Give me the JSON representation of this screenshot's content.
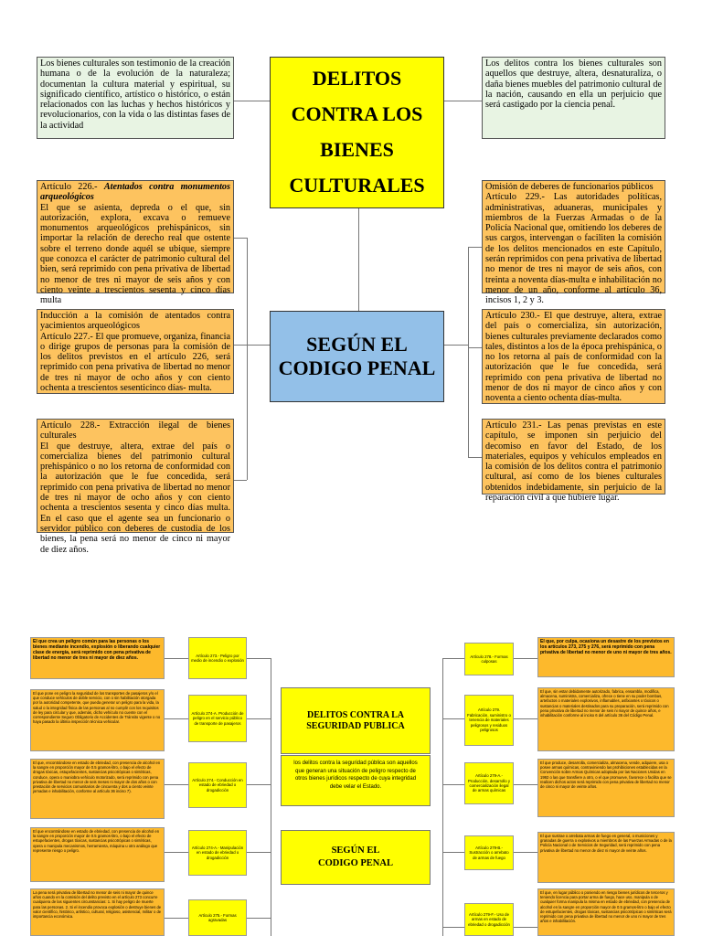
{
  "top": {
    "title_lines": [
      "DELITOS",
      "CONTRA LOS",
      "BIENES",
      "CULTURALES"
    ],
    "center_title_lines": [
      "SEGÚN EL",
      "CODIGO PENAL"
    ],
    "left_intro": "Los bienes culturales son testimonio de la creación humana o de la evolución de la naturaleza; documentan la cultura material y espiritual, su significado científico, artístico o histórico, o están relacionados con las luchas y hechos históricos y revolucionarios, con la vida o las distintas fases de la actividad",
    "right_intro": "Los delitos contra los bienes culturales son aquellos que destruye, altera, desnaturaliza, o daña bienes muebles del patrimonio cultural de la nación, causando en ella un perjuicio que será castigado por la ciencia penal.",
    "art226_heading": "Artículo 226.- ",
    "art226_heading_italic": "Atentados contra monumentos arqueológicos",
    "art226_body": "El que se asienta, depreda o el que, sin autorización, explora, excava o remueve monumentos arqueológicos prehispánicos, sin importar la relación de derecho real que ostente sobre el terreno donde aquél se ubique, siempre que conozca el carácter de patrimonio cultural del bien, será reprimido con pena privativa de libertad no menor de tres ni mayor de seis años y con ciento veinte a trescientos sesenta y cinco días multa",
    "art227": "Inducción a la comisión de atentados contra yacimientos arqueológicos\nArtículo 227.- El que promueve, organiza, financia o dirige grupos de personas para la comisión de los delitos previstos en el artículo 226, será reprimido con pena privativa de libertad no menor de tres ni mayor de ocho años y con ciento ochenta a trescientos sesenticinco días- multa.",
    "art228": "Artículo 228.- Extracción ilegal de bienes culturales\nEl que destruye, altera, extrae del país o comercializa bienes del patrimonio cultural prehispánico o no los retorna de conformidad con la autorización que le fue concedida, será reprimido con pena privativa de libertad no menor de tres ni mayor de ocho años y con ciento ochenta a trescientos sesenta y cinco días multa. En el caso que el agente sea un funcionario o servidor público con deberes de custodia de los bienes, la pena será no menor de cinco ni mayor de diez años.",
    "art229": "Omisión de deberes de funcionarios públicos\nArtículo 229.- Las autoridades políticas, administrativas, aduaneras, municipales y miembros de la Fuerzas Armadas o de la Policía Nacional que, omitiendo los deberes de sus cargos, intervengan o faciliten la comisión de los delitos mencionados en este Capítulo, serán reprimidos con pena privativa de libertad no menor de tres ni mayor de seis años, con treinta a noventa días-multa e inhabilitación no menor de un año, conforme al artículo 36, incisos 1, 2 y 3.",
    "art230": "Artículo 230.- El que destruye, altera, extrae del país o comercializa, sin autorización, bienes culturales previamente declarados como tales, distintos a los de la época prehispánica, o no los retorna al país de conformidad con la autorización que le fue concedida, será reprimido con pena privativa de libertad no menor de dos ni mayor de cinco años y con noventa a ciento ochenta días-multa.",
    "art231": "Artículo 231.- Las penas previstas en este capítulo, se imponen sin perjuicio del decomiso en favor del Estado, de los materiales, equipos y vehículos empleados en la comisión de los delitos contra el patrimonio cultural, así como de los bienes culturales obtenidos indebidamente, sin perjuicio de la reparación civil a que hubiere lugar."
  },
  "bottom": {
    "title": "DELITOS CONTRA LA SEGURIDAD PUBLICA",
    "center_desc": "los delitos contra la seguridad pública son aquellos que generan una situación de peligro respecto de otros bienes jurídicos respecto de cuya integridad debe velar el Estado.",
    "center_title": "SEGÚN EL CODIGO PENAL",
    "left_texts": [
      "El que crea un peligro común para las personas o los bienes mediante incendio, explosión o liberando cualquier clase de energía, será reprimido con pena privativa de libertad no menor de tres ni mayor de diez años.",
      "El que pone en peligro la seguridad de los transportes de pasajeros y/o el que conduce vehículos de doble servicio, con o sin habilitación otorgada por la autoridad competente, que pueda generar un peligro para la vida, la salud o la integridad física de las personas al no cumplir con los requisitos de ley para circular y que, además, dicho vehículo no cuente con el correspondiente Seguro Obligatorio de Accidentes de Tránsito vigente o no haya pasado la última inspección técnica vehicular.",
      "El que, encontrándose en estado de ebriedad, con presencia de alcohol en la sangre en proporción mayor de 0.5 gramos-litro, o bajo el efecto de drogas tóxicas, estupefacientes, sustancias psicotrópicas o sintéticas, conduce, opera o maniobra vehículo motorizado, será reprimido con pena privativa de libertad no menor de seis meses ni mayor de dos años o con prestación de servicios comunitarios de cincuenta y dos a ciento veinte jornadas e inhabilitación, conforme al artículo 36 inciso 7).",
      "El que encontrándose en estado de ebriedad, con presencia de alcohol en la sangre en proporción mayor de 0.5 gramos-litro, o bajo el efecto de estupefacientes, drogas tóxicas, sustancias psicotrópicas o sintéticas, opera o manipula mecanismos, herramienta, máquina u otro análogo que represente riesgo o peligro.",
      "La pena será privativa de libertad no menor de seis ni mayor de quince años cuando en la comisión del delito previsto en el artículo 273 concurre cualquiera de las siguientes circunstancias: 1. Si hay peligro de muerte para las personas. 2. Si el incendio provoca explosión o destruye bienes de valor científico, histórico, artístico, cultural, religioso, asistencial, militar o de importancia económica."
    ],
    "left_labels": [
      "Artículo 273.- Peligro por medio de incendio o explosión",
      "Artículo 274-A. Producción de peligro en el servicio público de transporte de pasajeros",
      "Artículo 274.- Conducción en estado de ebriedad o drogadicción",
      "Artículo 274-A.- Manipulación en estado de ebriedad o drogadicción",
      "Artículo 275.- Formas agravadas"
    ],
    "right_labels": [
      "Artículo 278.- Formas culposas",
      "Artículo 279. Fabricación, suministro o tenencia de materiales peligrosos y residuos peligrosos",
      "Artículo 279-A.- Producción, desarrollo y comercialización ilegal de armas químicas",
      "Artículo 279-B.- Sustracción o arrebato de armas de fuego",
      "Artículo 279-F.- Uso de armas en estado de ebriedad o drogadicción"
    ],
    "right_texts": [
      "El que, por culpa, ocasiona un desastre de los previstos en los artículos 273, 275 y 276, será reprimido con pena privativa de libertad no menor de uno ni mayor de tres años.",
      "El que, sin estar debidamente autorizado, fabrica, ensambla, modifica, almacena, suministra, comercializa, ofrece o tiene en su poder bombas, artefactos o materiales explosivos, inflamables, asfixiantes o tóxicos o sustancias o materiales destinados para su preparación, será reprimido con pena privativa de libertad no menor de seis ni mayor de quince años, e inhabilitación conforme al inciso 6 del artículo 36 del Código Penal.",
      "El que produce, desarrolla, comercializa, almacena, vende, adquiere, usa o posee armas químicas, contraviniendo las prohibiciones establecidas en la Convención sobre Armas Químicas adoptada por las Naciones Unidas en 1992 o las que transfiere a otro, o el que promueve, favorece o facilita que se realicen dichos actos será reprimido con pena privativa de libertad no menor de cinco ni mayor de veinte años.",
      "El que sustrae o arrebata armas de fuego en general, o municiones y granadas de guerra o explosivos a miembros de las Fuerzas Armadas o de la Policía Nacional o de Servicios de Seguridad, será reprimido con pena privativa de libertad no menor de diez ni mayor de veinte años.",
      "El que, en lugar público o poniendo en riesgo bienes jurídicos de terceros y teniendo licencia para portar arma de fuego, hace uso, manipula o de cualquier forma manipula la misma en estado de ebriedad, con presencia de alcohol en la sangre en proporción mayor de 0.5 gramos-litro o bajo el efecto de estupefacientes, drogas tóxicas, sustancias psicotrópicas o sintéticas será reprimido con pena privativa de libertad no menor de uno ni mayor de tres años e inhabilitación."
    ]
  }
}
